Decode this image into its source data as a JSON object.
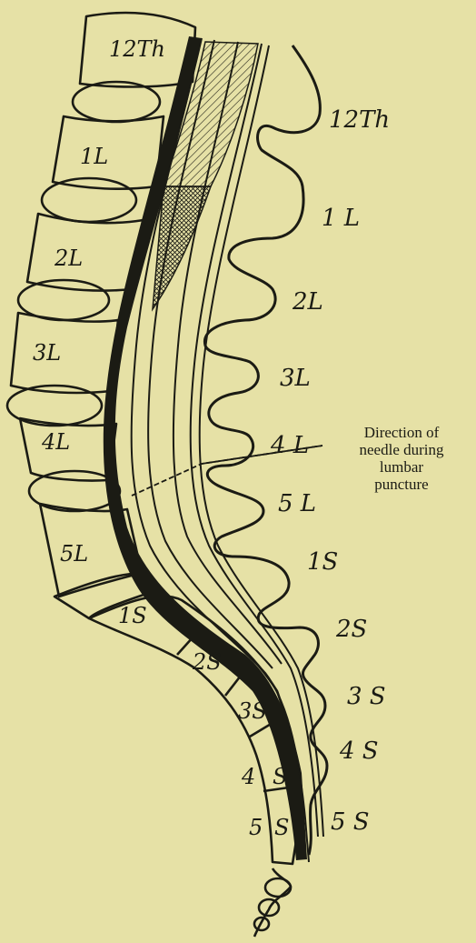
{
  "vertebrae": {
    "t12": "12Th",
    "l1": "1L",
    "l2": "2L",
    "l3": "3L",
    "l4": "4L",
    "l5": "5L",
    "s1": "1S",
    "s2": "2S",
    "s3": "3S",
    "s4": "4",
    "s4s": "S",
    "s5": "5",
    "s5s": "S"
  },
  "spinous": {
    "t12": "12Th",
    "l1": "1 L",
    "l2": "2L",
    "l3": "3L",
    "l4": "4 L",
    "l5": "5 L",
    "s1": "1S",
    "s2": "2S",
    "s3": "3 S",
    "s4": "4 S",
    "s5": "5 S"
  },
  "annotation": {
    "line1": "Direction of",
    "line2": "needle during",
    "line3": "lumbar",
    "line4": "puncture"
  },
  "colors": {
    "paper": "#e6e1a6",
    "ink": "#1b1b14"
  }
}
